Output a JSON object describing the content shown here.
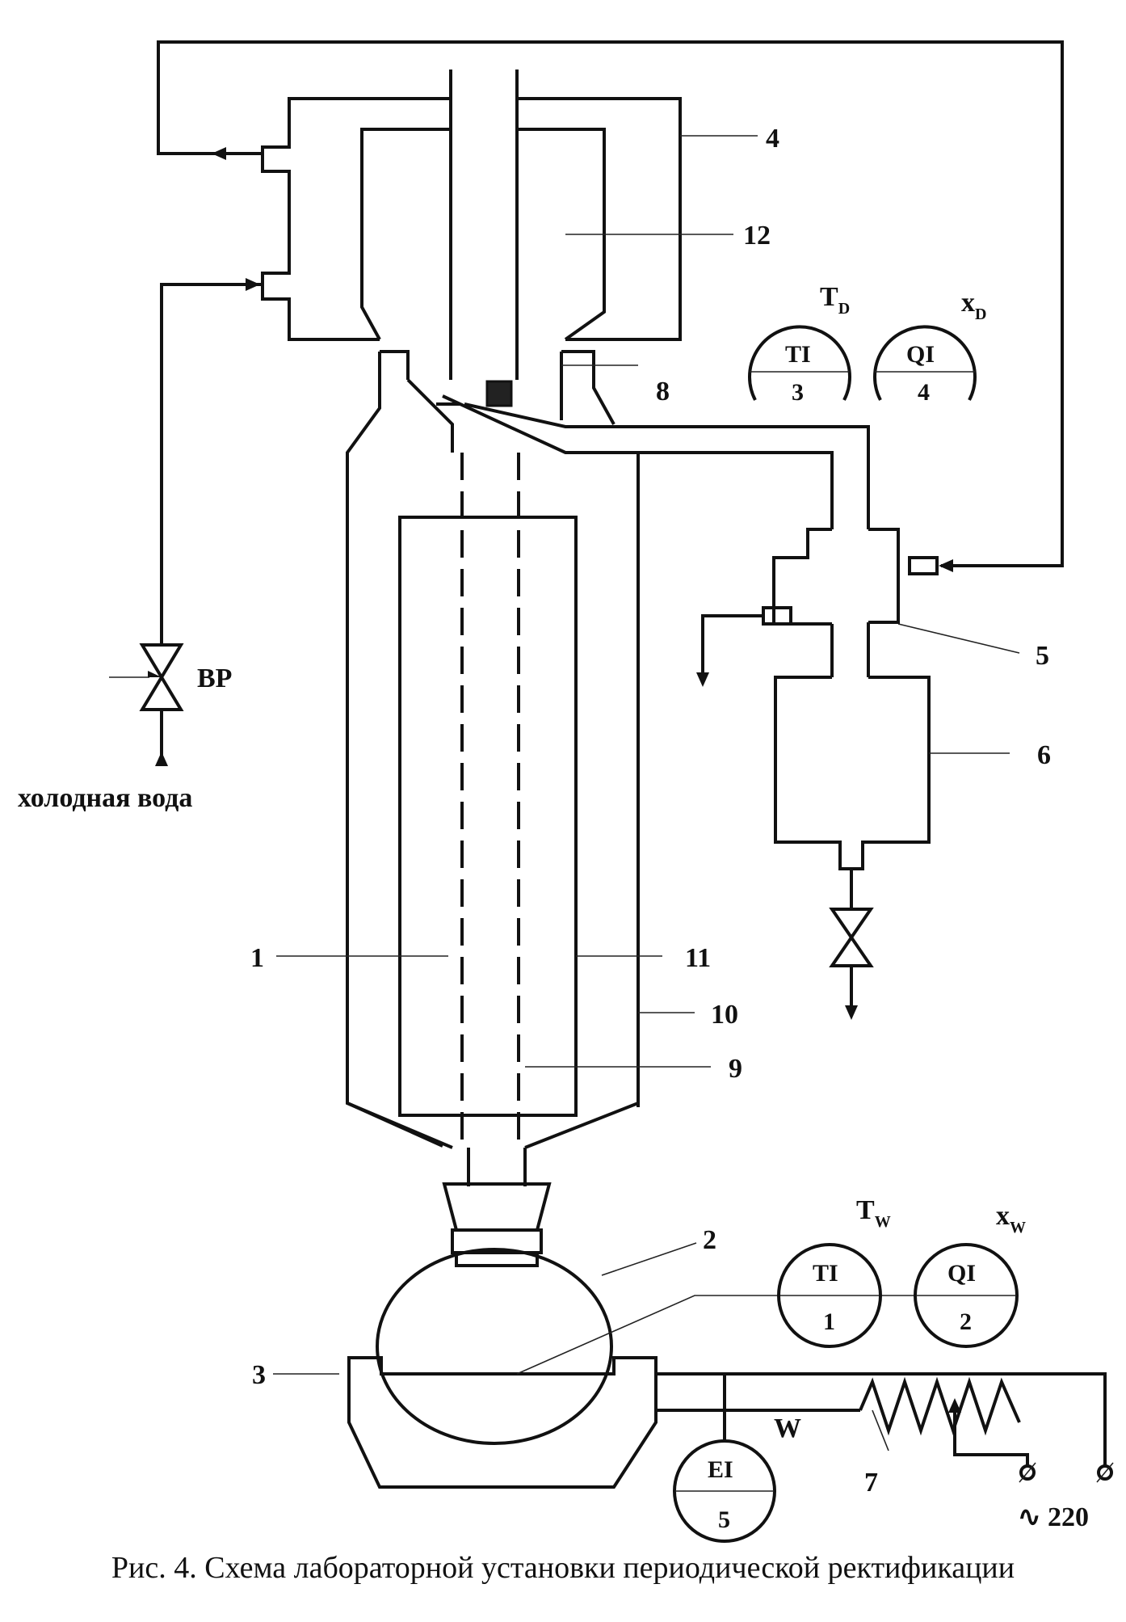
{
  "labels": {
    "condenser": "4",
    "condenser_jacket": "12",
    "sampler": "8",
    "divider": "5",
    "receiver": "6",
    "column": "1",
    "heater_jacket": "11",
    "insulation": "10",
    "packing": "9",
    "flask": "2",
    "heater": "3",
    "rheostat": "7"
  },
  "valve_label": "ВР",
  "water_label": "холодная вода",
  "instruments": {
    "td_label": "T",
    "td_sub": "D",
    "xd_label": "x",
    "xd_sub": "D",
    "tw_label": "T",
    "tw_sub": "W",
    "xw_label": "x",
    "xw_sub": "W",
    "power_label": "W",
    "ti3_top": "TI",
    "ti3_bottom": "3",
    "qi4_top": "QI",
    "qi4_bottom": "4",
    "ti1_top": "TI",
    "ti1_bottom": "1",
    "qi2_top": "QI",
    "qi2_bottom": "2",
    "ei5_top": "EI",
    "ei5_bottom": "5"
  },
  "power_supply": "∿ 220",
  "caption": "Рис. 4. Схема лабораторной установки периодической ректификации"
}
